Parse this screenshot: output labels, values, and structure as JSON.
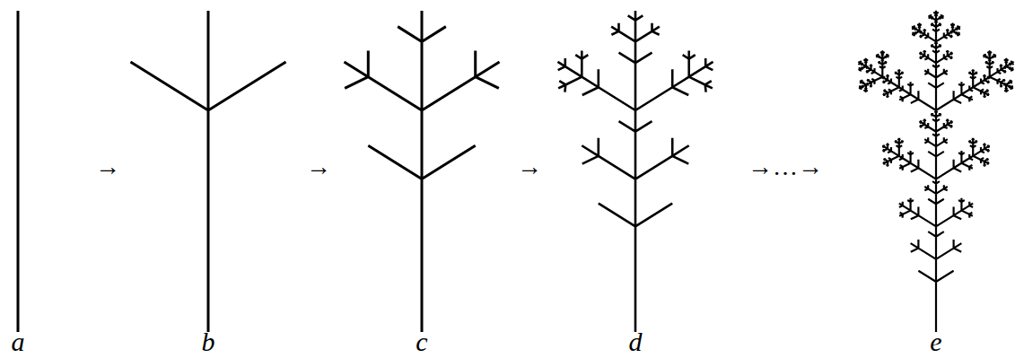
{
  "diagram": {
    "labels": [
      "a",
      "→",
      "b",
      "→",
      "c",
      "→",
      "d",
      "→…→",
      "e"
    ]
  }
}
